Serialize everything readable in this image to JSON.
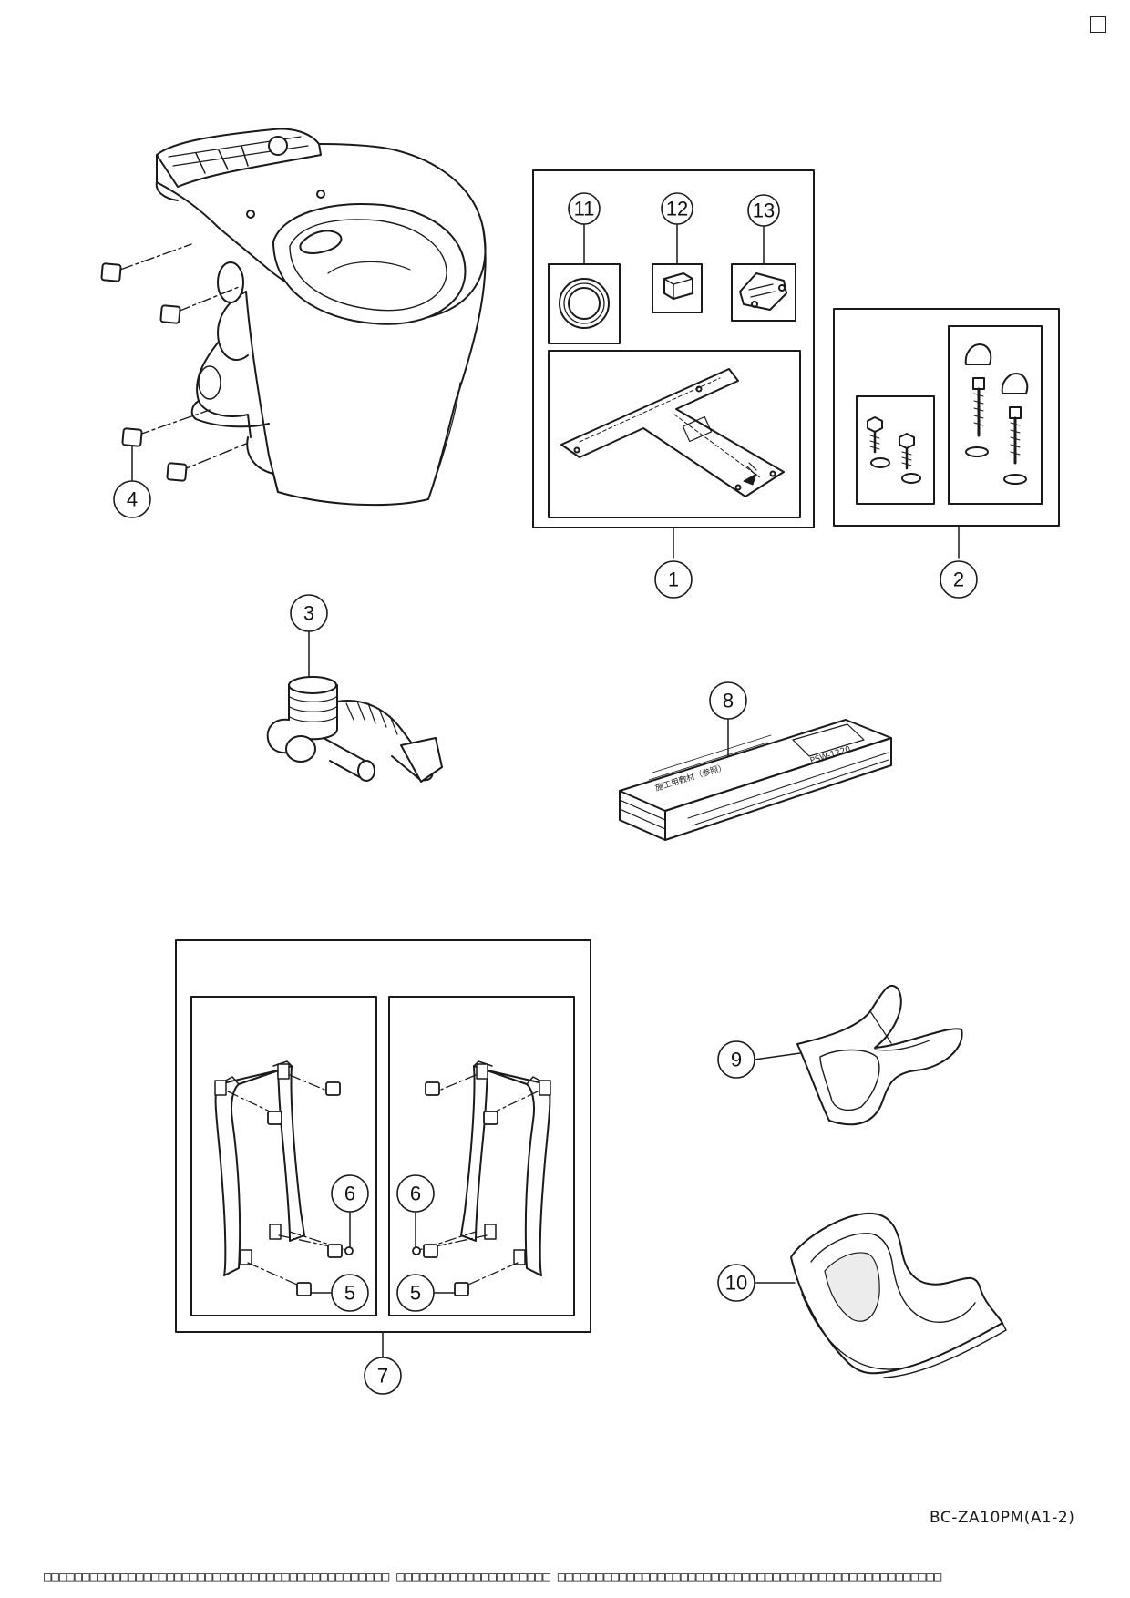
{
  "callouts": {
    "c1": "1",
    "c2": "2",
    "c3": "3",
    "c4": "4",
    "c5a": "5",
    "c5b": "5",
    "c6a": "6",
    "c6b": "6",
    "c7": "7",
    "c8": "8",
    "c9": "9",
    "c10": "10",
    "c11": "11",
    "c12": "12",
    "c13": "13"
  },
  "box_label": {
    "main": "施工用敷材（参照）",
    "code": "PSW-1220"
  },
  "model_code": "BC-ZA10PM(A1-2)",
  "footer": {
    "seg1": "□□□□□□□□□□□□□□□□□□□□□□□□□□□□□□□□□□□□□□□□□□□□□",
    "seg2": "□□□□□□□□□□□□□□□□□□□□",
    "seg3": "□□□□□□□□□□□□□□□□□□□□□□□□□□□□□□□□□□□□□□□□□□□□□□□□□□"
  },
  "colors": {
    "line": "#1a1a1a",
    "fill": "#ffffff",
    "shade": "#d8d8d8"
  }
}
